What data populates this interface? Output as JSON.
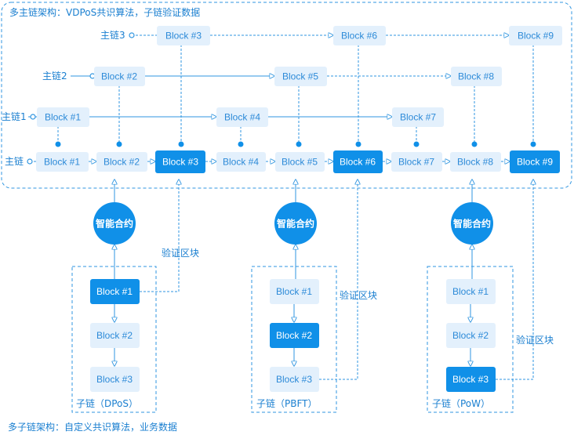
{
  "main_title": "多主链架构：VDPoS共识算法，子链验证数据",
  "bottom_title": "多子链架构：自定义共识算法，业务数据",
  "chain_labels": {
    "main3": "主链3",
    "main2": "主链2",
    "main1": "主链1",
    "main": "主链"
  },
  "main_chain3": [
    "Block #3",
    "Block #6",
    "Block #9"
  ],
  "main_chain2": [
    "Block #2",
    "Block #5",
    "Block #8"
  ],
  "main_chain1": [
    "Block #1",
    "Block #4",
    "Block #7"
  ],
  "main_chain": [
    "Block #1",
    "Block #2",
    "Block #3",
    "Block #4",
    "Block #5",
    "Block #6",
    "Block #7",
    "Block #8",
    "Block #9"
  ],
  "smart_contract": "智能合约",
  "verify_label": "验证区块",
  "subchains": [
    {
      "label": "子链（DPoS）",
      "blocks": [
        "Block #1",
        "Block #2",
        "Block #3"
      ]
    },
    {
      "label": "子链（PBFT）",
      "blocks": [
        "Block #1",
        "Block #2",
        "Block #3"
      ]
    },
    {
      "label": "子链（PoW）",
      "blocks": [
        "Block #1",
        "Block #2",
        "Block #3"
      ]
    }
  ],
  "colors": {
    "accent": "#1090e8",
    "light": "#e3f0fc",
    "line": "#2f95e0"
  }
}
